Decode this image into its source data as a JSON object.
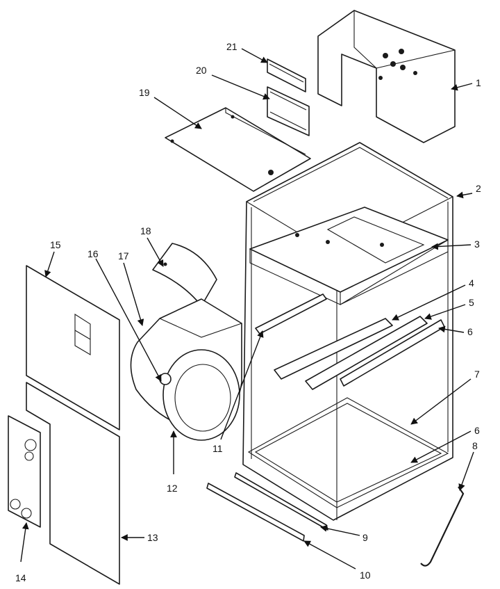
{
  "diagram": {
    "labels": {
      "p1": "1",
      "p2": "2",
      "p3": "3",
      "p4": "4",
      "p5": "5",
      "p6a": "6",
      "p6b": "6",
      "p7": "7",
      "p8": "8",
      "p9": "9",
      "p10": "10",
      "p11": "11",
      "p12": "12",
      "p13": "13",
      "p14": "14",
      "p15": "15",
      "p16": "16",
      "p17": "17",
      "p18": "18",
      "p19": "19",
      "p20": "20",
      "p21": "21"
    },
    "colors": {
      "line": "#1a1a1a",
      "background": "#ffffff"
    }
  }
}
